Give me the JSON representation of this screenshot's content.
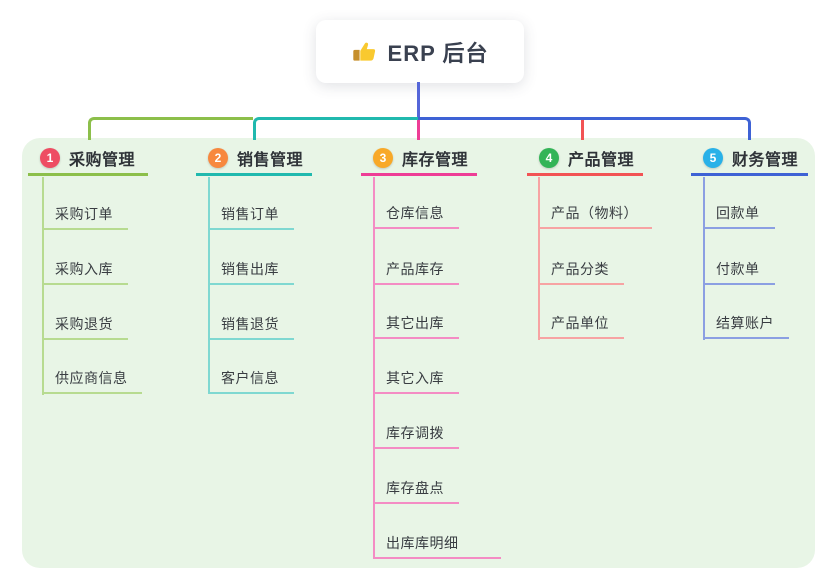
{
  "root": {
    "label": "ERP 后台",
    "icon": "thumbs-up-icon",
    "line_color": "#5566d9"
  },
  "panel": {
    "background": "#e8f5e6"
  },
  "branches": [
    {
      "badge": "1",
      "label": "采购管理",
      "badge_color": "#ee4d63",
      "line_color": "#8cbf4a",
      "child_line_color": "#b7db90",
      "children": [
        "采购订单",
        "采购入库",
        "采购退货",
        "供应商信息"
      ]
    },
    {
      "badge": "2",
      "label": "销售管理",
      "badge_color": "#f7883f",
      "line_color": "#20b9ae",
      "child_line_color": "#7fd8d1",
      "children": [
        "销售订单",
        "销售出库",
        "销售退货",
        "客户信息"
      ]
    },
    {
      "badge": "3",
      "label": "库存管理",
      "badge_color": "#f8a928",
      "line_color": "#ee3d96",
      "child_line_color": "#f48cc4",
      "children": [
        "仓库信息",
        "产品库存",
        "其它出库",
        "其它入库",
        "库存调拨",
        "库存盘点",
        "出库库明细"
      ]
    },
    {
      "badge": "4",
      "label": "产品管理",
      "badge_color": "#33b457",
      "line_color": "#f25354",
      "child_line_color": "#f7a3a3",
      "children": [
        "产品（物料）",
        "产品分类",
        "产品单位"
      ]
    },
    {
      "badge": "5",
      "label": "财务管理",
      "badge_color": "#29b1e8",
      "line_color": "#3e62d5",
      "child_line_color": "#8b9fe2",
      "children": [
        "回款单",
        "付款单",
        "结算账户"
      ]
    }
  ]
}
